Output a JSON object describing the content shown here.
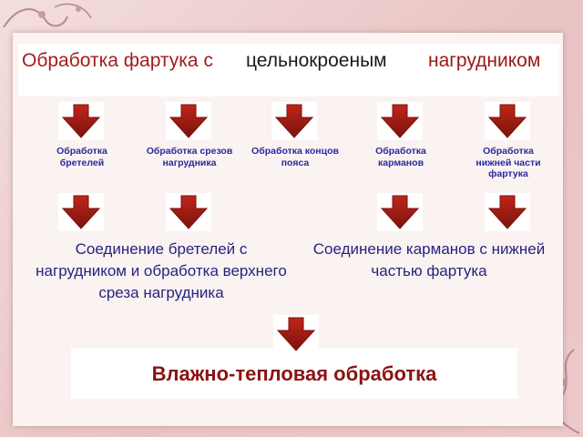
{
  "title": {
    "part1": "Обработка фартука с",
    "part2": "цельнокроеным",
    "part3": "нагрудником"
  },
  "steps": [
    {
      "label": "Обработка бретелей"
    },
    {
      "label": "Обработка срезов нагрудника"
    },
    {
      "label": "Обработка концов пояса"
    },
    {
      "label": "Обработка карманов"
    },
    {
      "label": "Обработка нижней части фартука"
    }
  ],
  "joins": {
    "left": "Соединение бретелей с нагрудником и обработка верхнего среза нагрудника",
    "right": "Соединение карманов с нижней частью фартука"
  },
  "final": "Влажно-тепловая обработка",
  "colors": {
    "arrow": "#c0251a",
    "arrow_dark": "#7a130c",
    "step_text": "#2a2aa0",
    "join_text": "#24247e",
    "final_text": "#8c1212"
  }
}
